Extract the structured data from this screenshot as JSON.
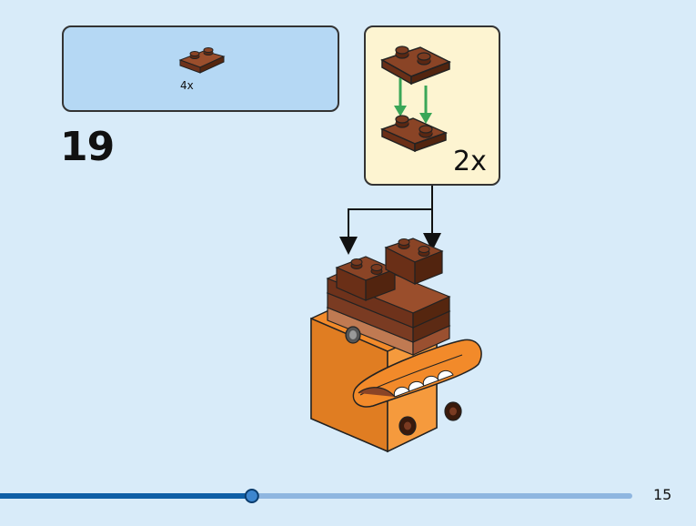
{
  "step": {
    "number": "19",
    "parts_quantity": "4x",
    "subassembly_quantity": "2x"
  },
  "footer": {
    "page_number": "15",
    "progress": 0.4
  },
  "colors": {
    "page_background": "#d8ebf9",
    "parts_panel": "#b5d8f4",
    "subassembly_panel": "#fdf4d1",
    "brick_brown": "#7a3b22",
    "brick_orange": "#f28a2a",
    "arrow_green": "#3aa657",
    "progress_dark": "#0f5fa6",
    "progress_light": "#8fb6e0"
  },
  "icons": [
    "plate-1x2-brown-icon",
    "plate-stack-icon",
    "green-arrow-icon",
    "black-arrow-icon"
  ]
}
